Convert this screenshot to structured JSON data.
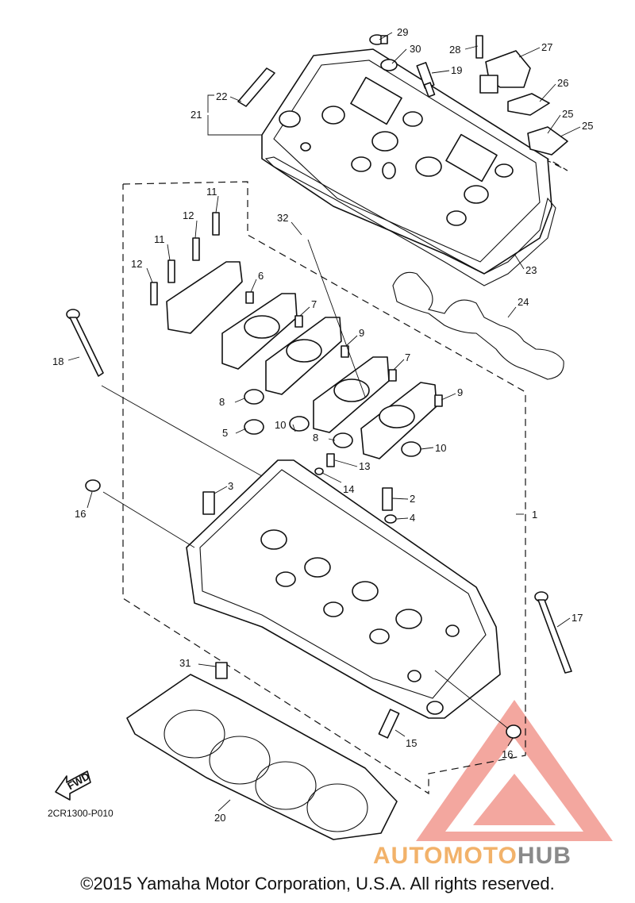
{
  "figure_code": "2CR1300-P010",
  "copyright": "©2015 Yamaha Motor Corporation, U.S.A. All rights reserved.",
  "fwd_arrow_label": "FWD",
  "watermark": {
    "part1": "AUTOMOTO",
    "part2": "HUB",
    "color_primary": "#f08a80",
    "color_secondary": "#f2b26a",
    "color_hub": "#8a8a8a"
  },
  "callouts": {
    "c1": "1",
    "c2": "2",
    "c3": "3",
    "c4": "4",
    "c5": "5",
    "c6": "6",
    "c7a": "7",
    "c7b": "7",
    "c8a": "8",
    "c8b": "8",
    "c9a": "9",
    "c9b": "9",
    "c10a": "10",
    "c10b": "10",
    "c11a": "11",
    "c11b": "11",
    "c12a": "12",
    "c12b": "12",
    "c13": "13",
    "c14": "14",
    "c15": "15",
    "c16a": "16",
    "c16b": "16",
    "c17": "17",
    "c18": "18",
    "c19": "19",
    "c20": "20",
    "c21": "21",
    "c22": "22",
    "c23": "23",
    "c24": "24",
    "c25a": "25",
    "c25b": "25",
    "c26": "26",
    "c27": "27",
    "c28": "28",
    "c29": "29",
    "c30": "30",
    "c31": "31",
    "c32": "32"
  }
}
